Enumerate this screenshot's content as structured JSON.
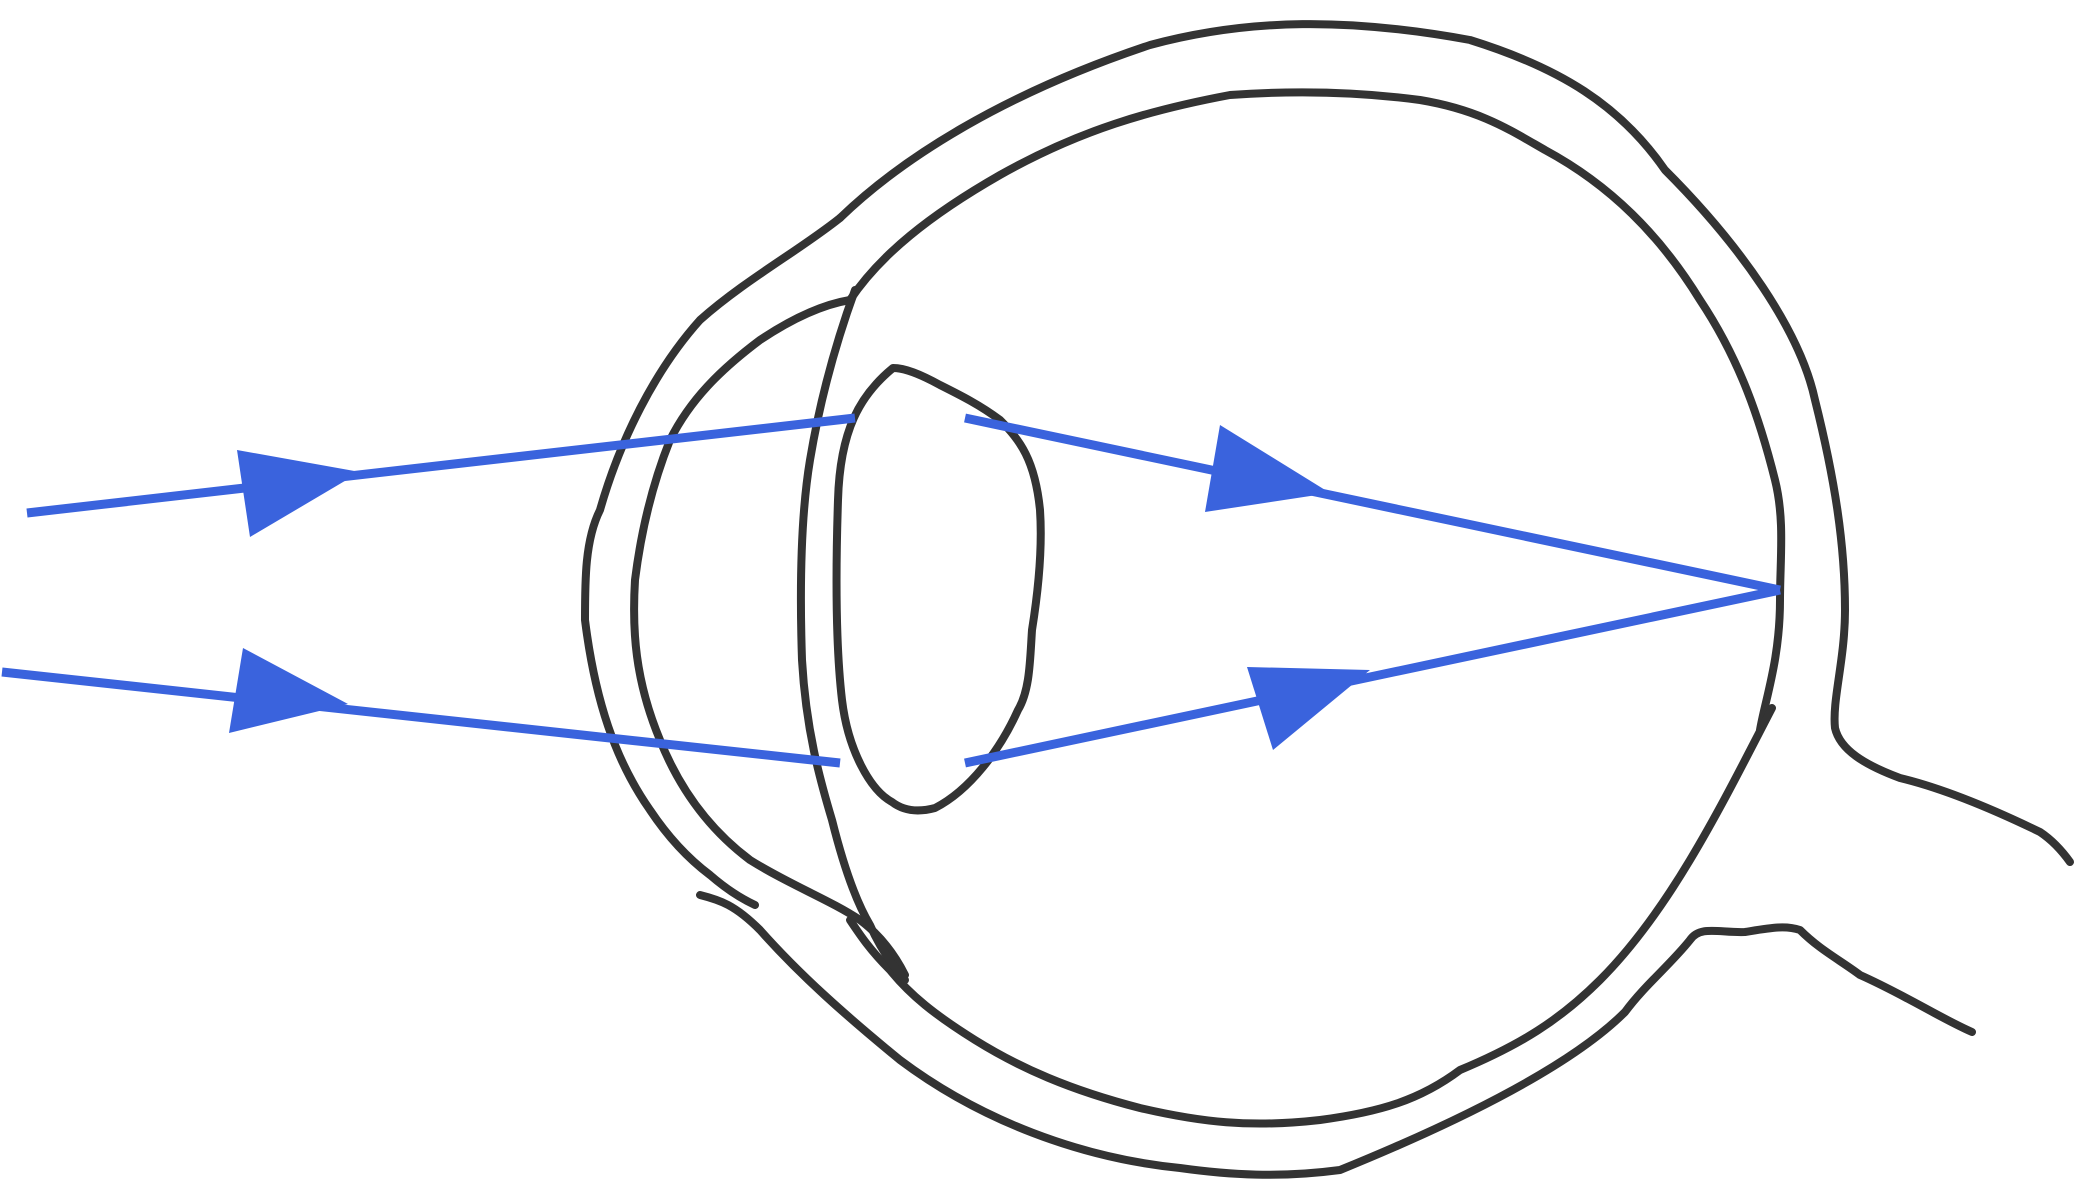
{
  "colors": {
    "outline": "#333333",
    "ray": "#3a63dd",
    "background": "#ffffff"
  },
  "diagram": {
    "subject": "eye-cross-section",
    "parts": [
      "sclera",
      "choroid",
      "cornea",
      "lens",
      "retina",
      "optic-nerve"
    ],
    "rays": [
      {
        "name": "upper-ray",
        "direction": "right",
        "converges_at": "retina"
      },
      {
        "name": "lower-ray",
        "direction": "right",
        "converges_at": "retina"
      }
    ]
  }
}
